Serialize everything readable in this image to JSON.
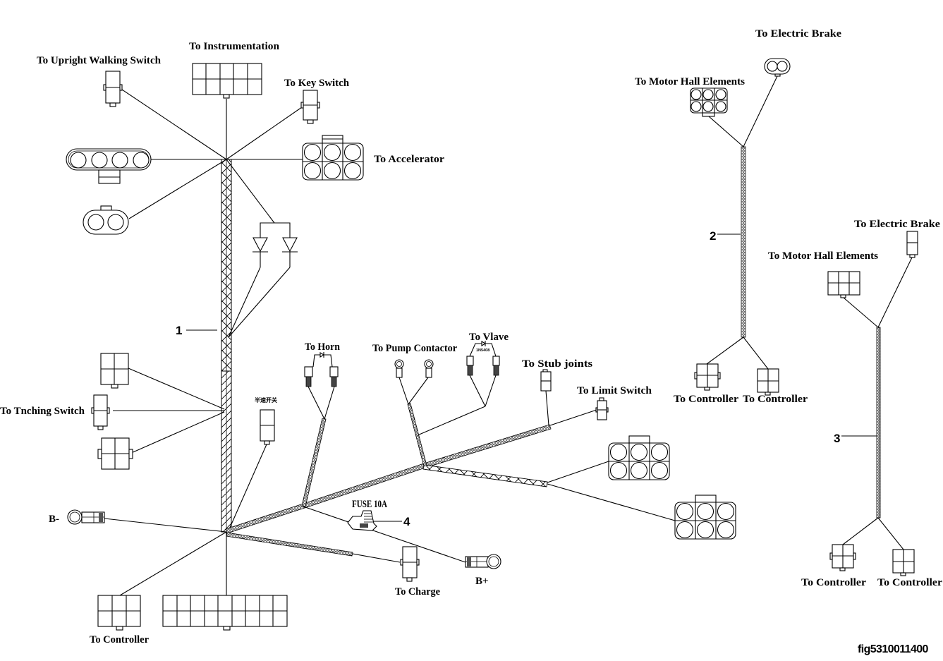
{
  "figure_id": "fig5310011400",
  "harness_1": {
    "callout": "1",
    "connectors": {
      "upright_walking_switch": "To Upright Walking Switch",
      "instrumentation": "To Instrumentation",
      "key_switch": "To Key Switch",
      "accelerator": "To Accelerator",
      "inching_switch": "To Tnching Switch",
      "half_speed_switch": "半速开关",
      "horn": "To Horn",
      "pump_contactor": "To Pump Contactor",
      "valve": "To Vlave",
      "valve_diode": "1N5408",
      "stub_joints": "To Stub joints",
      "limit_switch": "To Limit Switch",
      "charge": "To Charge",
      "controller": "To Controller",
      "battery_negative": "B-",
      "battery_positive": "B+"
    }
  },
  "harness_2": {
    "callout": "2",
    "connectors": {
      "electric_brake": "To Electric Brake",
      "motor_hall": "To Motor Hall Elements",
      "controller_a": "To Controller",
      "controller_b": "To Controller"
    }
  },
  "harness_3": {
    "callout": "3",
    "connectors": {
      "electric_brake": "To Electric Brake",
      "motor_hall": "To Motor Hall Elements",
      "controller_a": "To Controller",
      "controller_b": "To Controller"
    }
  },
  "fuse": {
    "callout": "4",
    "label": "FUSE 10A"
  }
}
